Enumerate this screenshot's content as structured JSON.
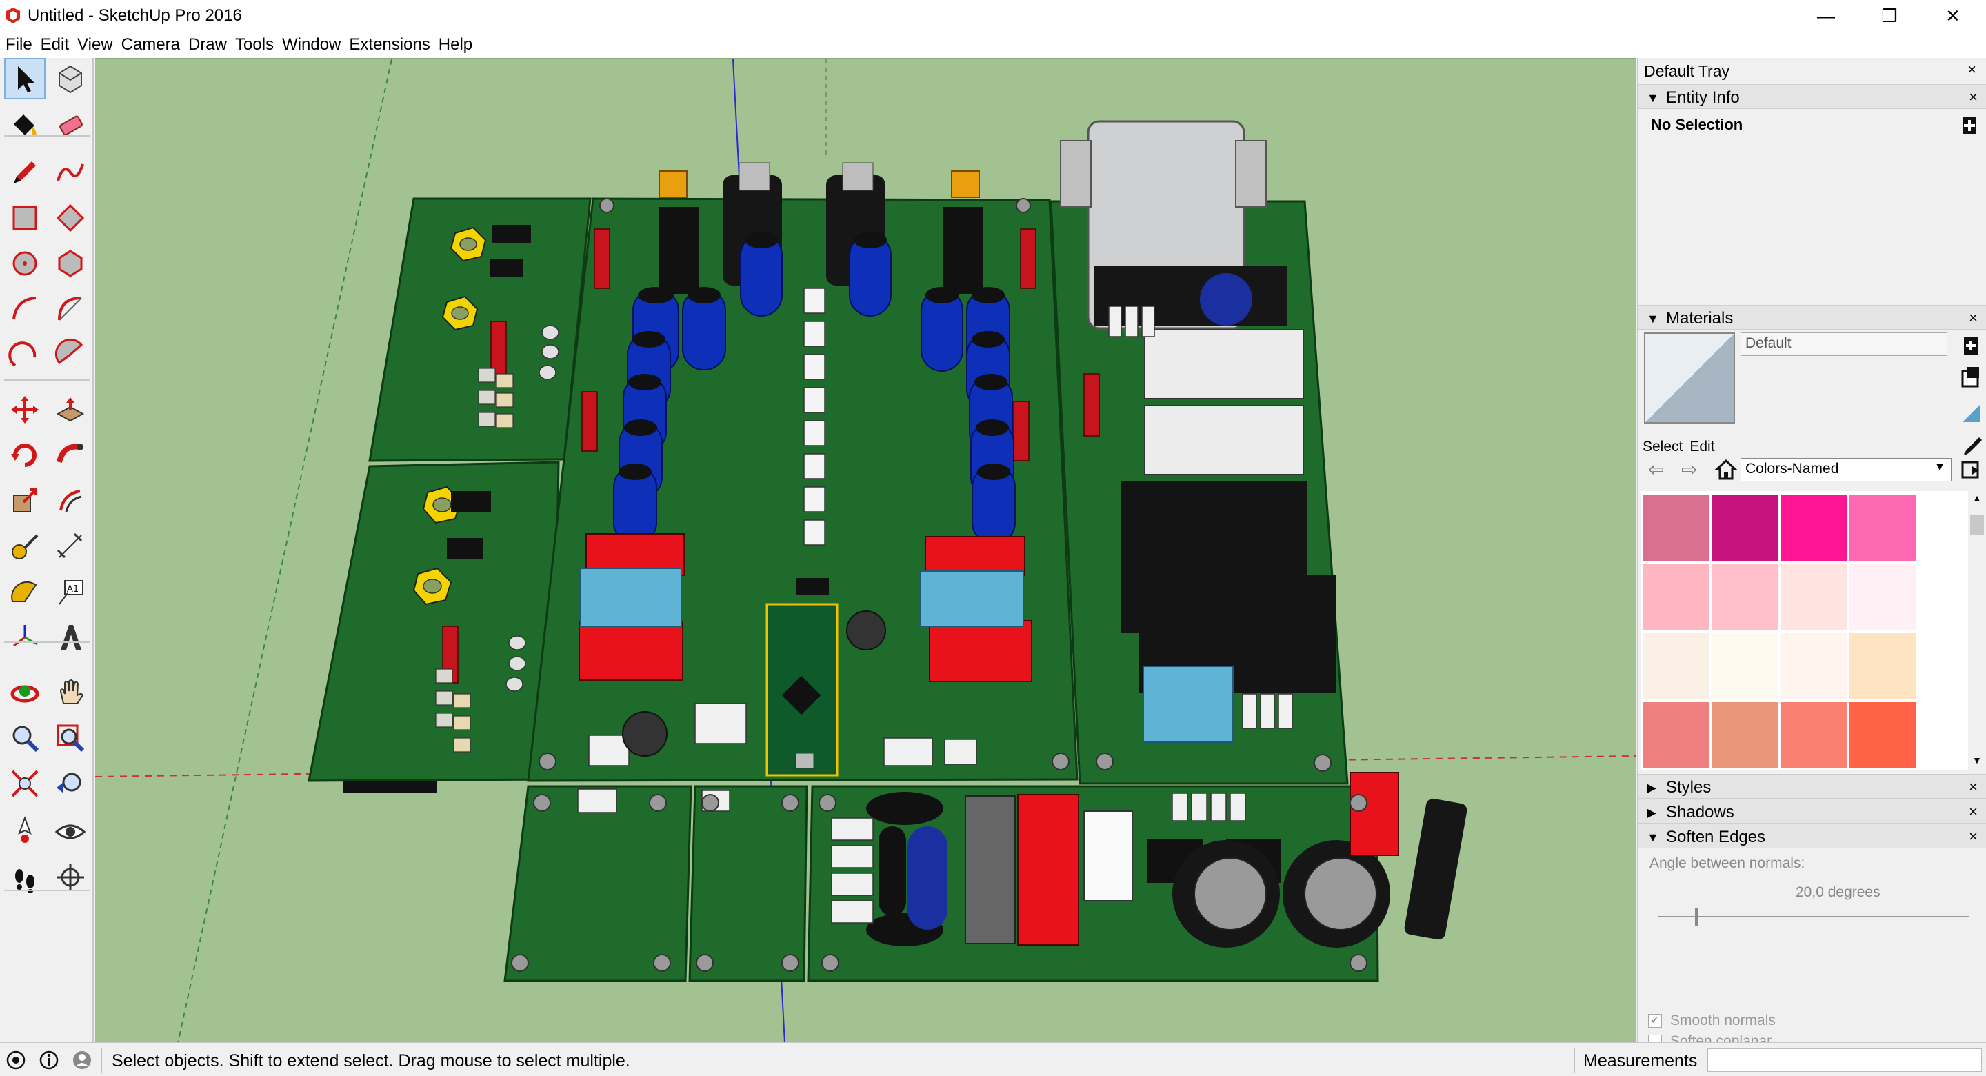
{
  "window": {
    "title": "Untitled - SketchUp Pro 2016",
    "minimize_glyph": "—",
    "maximize_glyph": "❐",
    "close_glyph": "✕"
  },
  "menu": [
    "File",
    "Edit",
    "View",
    "Camera",
    "Draw",
    "Tools",
    "Window",
    "Extensions",
    "Help"
  ],
  "toolbar": {
    "tools": [
      {
        "name": "select-tool",
        "icon": "arrow-icon",
        "active": true
      },
      {
        "name": "make-component-tool",
        "icon": "component-icon"
      },
      {
        "name": "paint-bucket-tool",
        "icon": "paint-bucket-icon"
      },
      {
        "name": "eraser-tool",
        "icon": "eraser-icon"
      },
      {
        "name": "line-tool",
        "icon": "pencil-icon"
      },
      {
        "name": "freehand-tool",
        "icon": "freehand-icon"
      },
      {
        "name": "rectangle-tool",
        "icon": "rectangle-icon"
      },
      {
        "name": "rotated-rectangle-tool",
        "icon": "rotated-rectangle-icon"
      },
      {
        "name": "circle-tool",
        "icon": "circle-icon"
      },
      {
        "name": "polygon-tool",
        "icon": "polygon-icon"
      },
      {
        "name": "arc-tool",
        "icon": "arc-icon"
      },
      {
        "name": "two-point-arc-tool",
        "icon": "two-point-arc-icon"
      },
      {
        "name": "three-point-arc-tool",
        "icon": "three-point-arc-icon"
      },
      {
        "name": "pie-tool",
        "icon": "pie-icon"
      },
      {
        "name": "move-tool",
        "icon": "move-icon"
      },
      {
        "name": "push-pull-tool",
        "icon": "push-pull-icon"
      },
      {
        "name": "rotate-tool",
        "icon": "rotate-icon"
      },
      {
        "name": "follow-me-tool",
        "icon": "follow-me-icon"
      },
      {
        "name": "scale-tool",
        "icon": "scale-icon"
      },
      {
        "name": "offset-tool",
        "icon": "offset-icon"
      },
      {
        "name": "tape-measure-tool",
        "icon": "tape-measure-icon"
      },
      {
        "name": "dimension-tool",
        "icon": "dimension-icon"
      },
      {
        "name": "protractor-tool",
        "icon": "protractor-icon"
      },
      {
        "name": "text-tool",
        "icon": "text-icon",
        "label": "A1"
      },
      {
        "name": "axes-tool",
        "icon": "axes-icon"
      },
      {
        "name": "3d-text-tool",
        "icon": "3d-text-icon"
      },
      {
        "name": "orbit-tool",
        "icon": "orbit-icon"
      },
      {
        "name": "pan-tool",
        "icon": "hand-icon"
      },
      {
        "name": "zoom-tool",
        "icon": "magnifier-icon"
      },
      {
        "name": "zoom-window-tool",
        "icon": "zoom-window-icon"
      },
      {
        "name": "zoom-extents-tool",
        "icon": "zoom-extents-icon"
      },
      {
        "name": "previous-view-tool",
        "icon": "previous-view-icon"
      },
      {
        "name": "position-camera-tool",
        "icon": "position-camera-icon"
      },
      {
        "name": "look-around-tool",
        "icon": "eye-icon"
      },
      {
        "name": "walk-tool",
        "icon": "footprints-icon"
      },
      {
        "name": "section-plane-tool",
        "icon": "section-plane-icon"
      }
    ]
  },
  "tray": {
    "title": "Default Tray",
    "close_glyph": "×",
    "entity_info": {
      "title": "Entity Info",
      "selection": "No Selection"
    },
    "materials": {
      "title": "Materials",
      "current": "Default",
      "tabs": [
        "Select",
        "Edit"
      ],
      "library": "Colors-Named",
      "swatches": [
        "#d96f91",
        "#c8137f",
        "#ff1493",
        "#ff69b4",
        "#ffb6c1",
        "#ffc0cb",
        "#ffe4e1",
        "#fff0f5",
        "#faf0e6",
        "#fffaf0",
        "#fff5ee",
        "#ffe4c4",
        "#f08080",
        "#e9967a",
        "#fa8072",
        "#ff6347"
      ]
    },
    "styles": {
      "title": "Styles"
    },
    "shadows": {
      "title": "Shadows"
    },
    "soften_edges": {
      "title": "Soften Edges",
      "angle_label": "Angle between normals:",
      "angle_value": "20,0  degrees",
      "angle_fraction": 0.02,
      "smooth_normals": {
        "label": "Smooth normals",
        "checked": true
      },
      "soften_coplanar": {
        "label": "Soften coplanar",
        "checked": false
      }
    }
  },
  "statusbar": {
    "message": "Select objects. Shift to extend select. Drag mouse to select multiple.",
    "measurements_label": "Measurements",
    "measurements_value": ""
  },
  "colors": {
    "viewport_bg": "#a3c291",
    "pcb_green": "#1f6b2c",
    "capacitor_blue": "#0e2fb8",
    "relay_red": "#e8121a",
    "relay_blue": "#5fb4d6",
    "standoff_yellow": "#f2d500",
    "component_black": "#1a1a1a"
  }
}
